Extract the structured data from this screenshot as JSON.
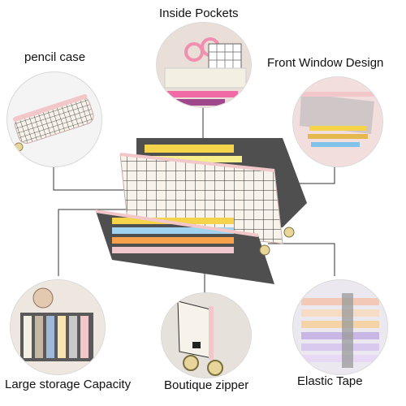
{
  "labels": {
    "inside_pockets": "Inside Pockets",
    "pencil_case": "pencil case",
    "front_window": "Front Window Design",
    "large_storage": "Large storage Capacity",
    "boutique_zipper": "Boutique zipper",
    "elastic_tape": "Elastic Tape"
  },
  "colors": {
    "pink": "#f1c7c9",
    "grid_line": "#2b2b2b",
    "cream": "#f7f3ea",
    "gray_dark": "#4f4f4f",
    "leader_line": "#333333"
  }
}
